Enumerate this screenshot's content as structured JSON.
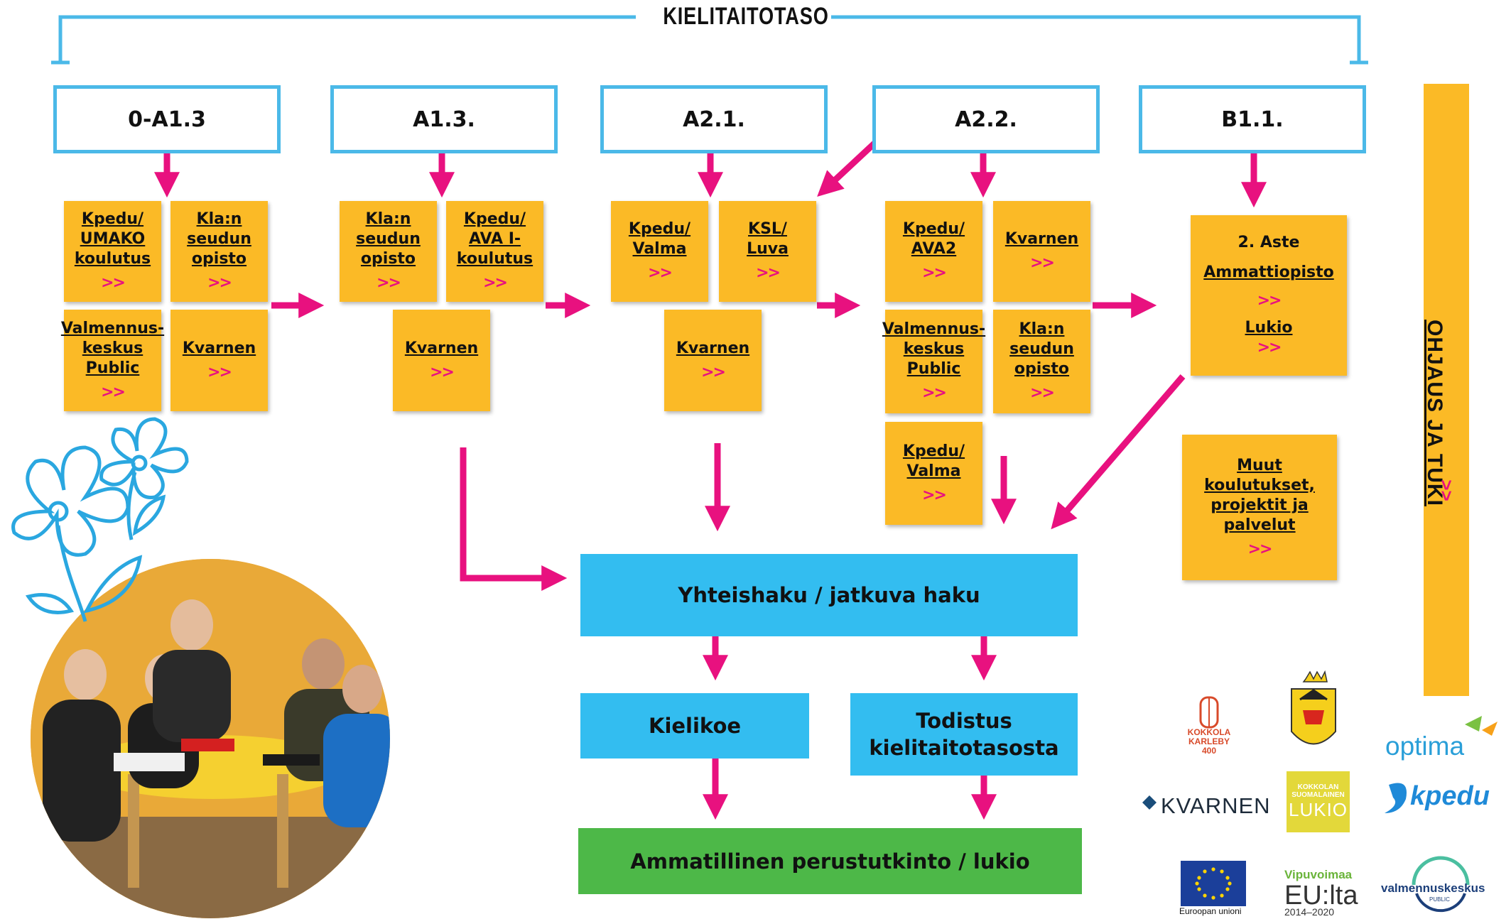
{
  "title": "KIELITAITOTASO",
  "levels": [
    "0-A1.3",
    "A1.3.",
    "A2.1.",
    "A2.2.",
    "B1.1."
  ],
  "chevron": ">>",
  "cards": {
    "c1": "Kpedu/\nUMAKO\nkoulutus",
    "c2": "Kla:n\nseudun\nopisto",
    "c3": "Valmennus-\nkeskus\nPublic",
    "c4": "Kvarnen",
    "c5": "Kla:n\nseudun\nopisto",
    "c6": "Kpedu/\nAVA I-\nkoulutus",
    "c7": "Kvarnen",
    "c8": "Kpedu/\nValma",
    "c9": "KSL/\nLuva",
    "c10": "Kvarnen",
    "c11": "Kpedu/\nAVA2",
    "c12": "Kvarnen",
    "c13": "Valmennus-\nkeskus\nPublic",
    "c14": "Kla:n\nseudun\nopisto",
    "c15": "Kpedu/\nValma",
    "c16_heading": "2. Aste",
    "c16_link1": "Ammattiopisto",
    "c16_link2": "Lukio",
    "c17": "Muut\nkoulutukset,\nprojektit ja\npalvelut"
  },
  "flow": {
    "application": "Yhteishaku / jatkuva haku",
    "language_test": "Kielikoe",
    "certificate": "Todistus\nkielitaitotasosta",
    "result": "Ammatillinen perustutkinto / lukio"
  },
  "side": {
    "label": "OHJAUS JA TUKI"
  },
  "logos": {
    "kokkola": "KOKKOLA\nKARLEBY\n400",
    "kvarnen": "KVARNEN",
    "lukio_top": "KOKKOLAN\nSUOMALAINEN",
    "lukio_main": "LUKIO",
    "optima": "optima",
    "kpedu": "kpedu",
    "eu": "Euroopan unioni",
    "vipu_top": "Vipuvoimaa",
    "vipu_main": "EU:lta",
    "vipu_years": "2014–2020",
    "valmennus": "valmennuskeskus",
    "valmennus_sub": "PUBLIC"
  },
  "colors": {
    "accent_pink": "#e8117f",
    "card_yellow": "#fbba26",
    "box_blue": "#33bdf0",
    "border_blue": "#4bb9e8",
    "result_green": "#4db848"
  }
}
